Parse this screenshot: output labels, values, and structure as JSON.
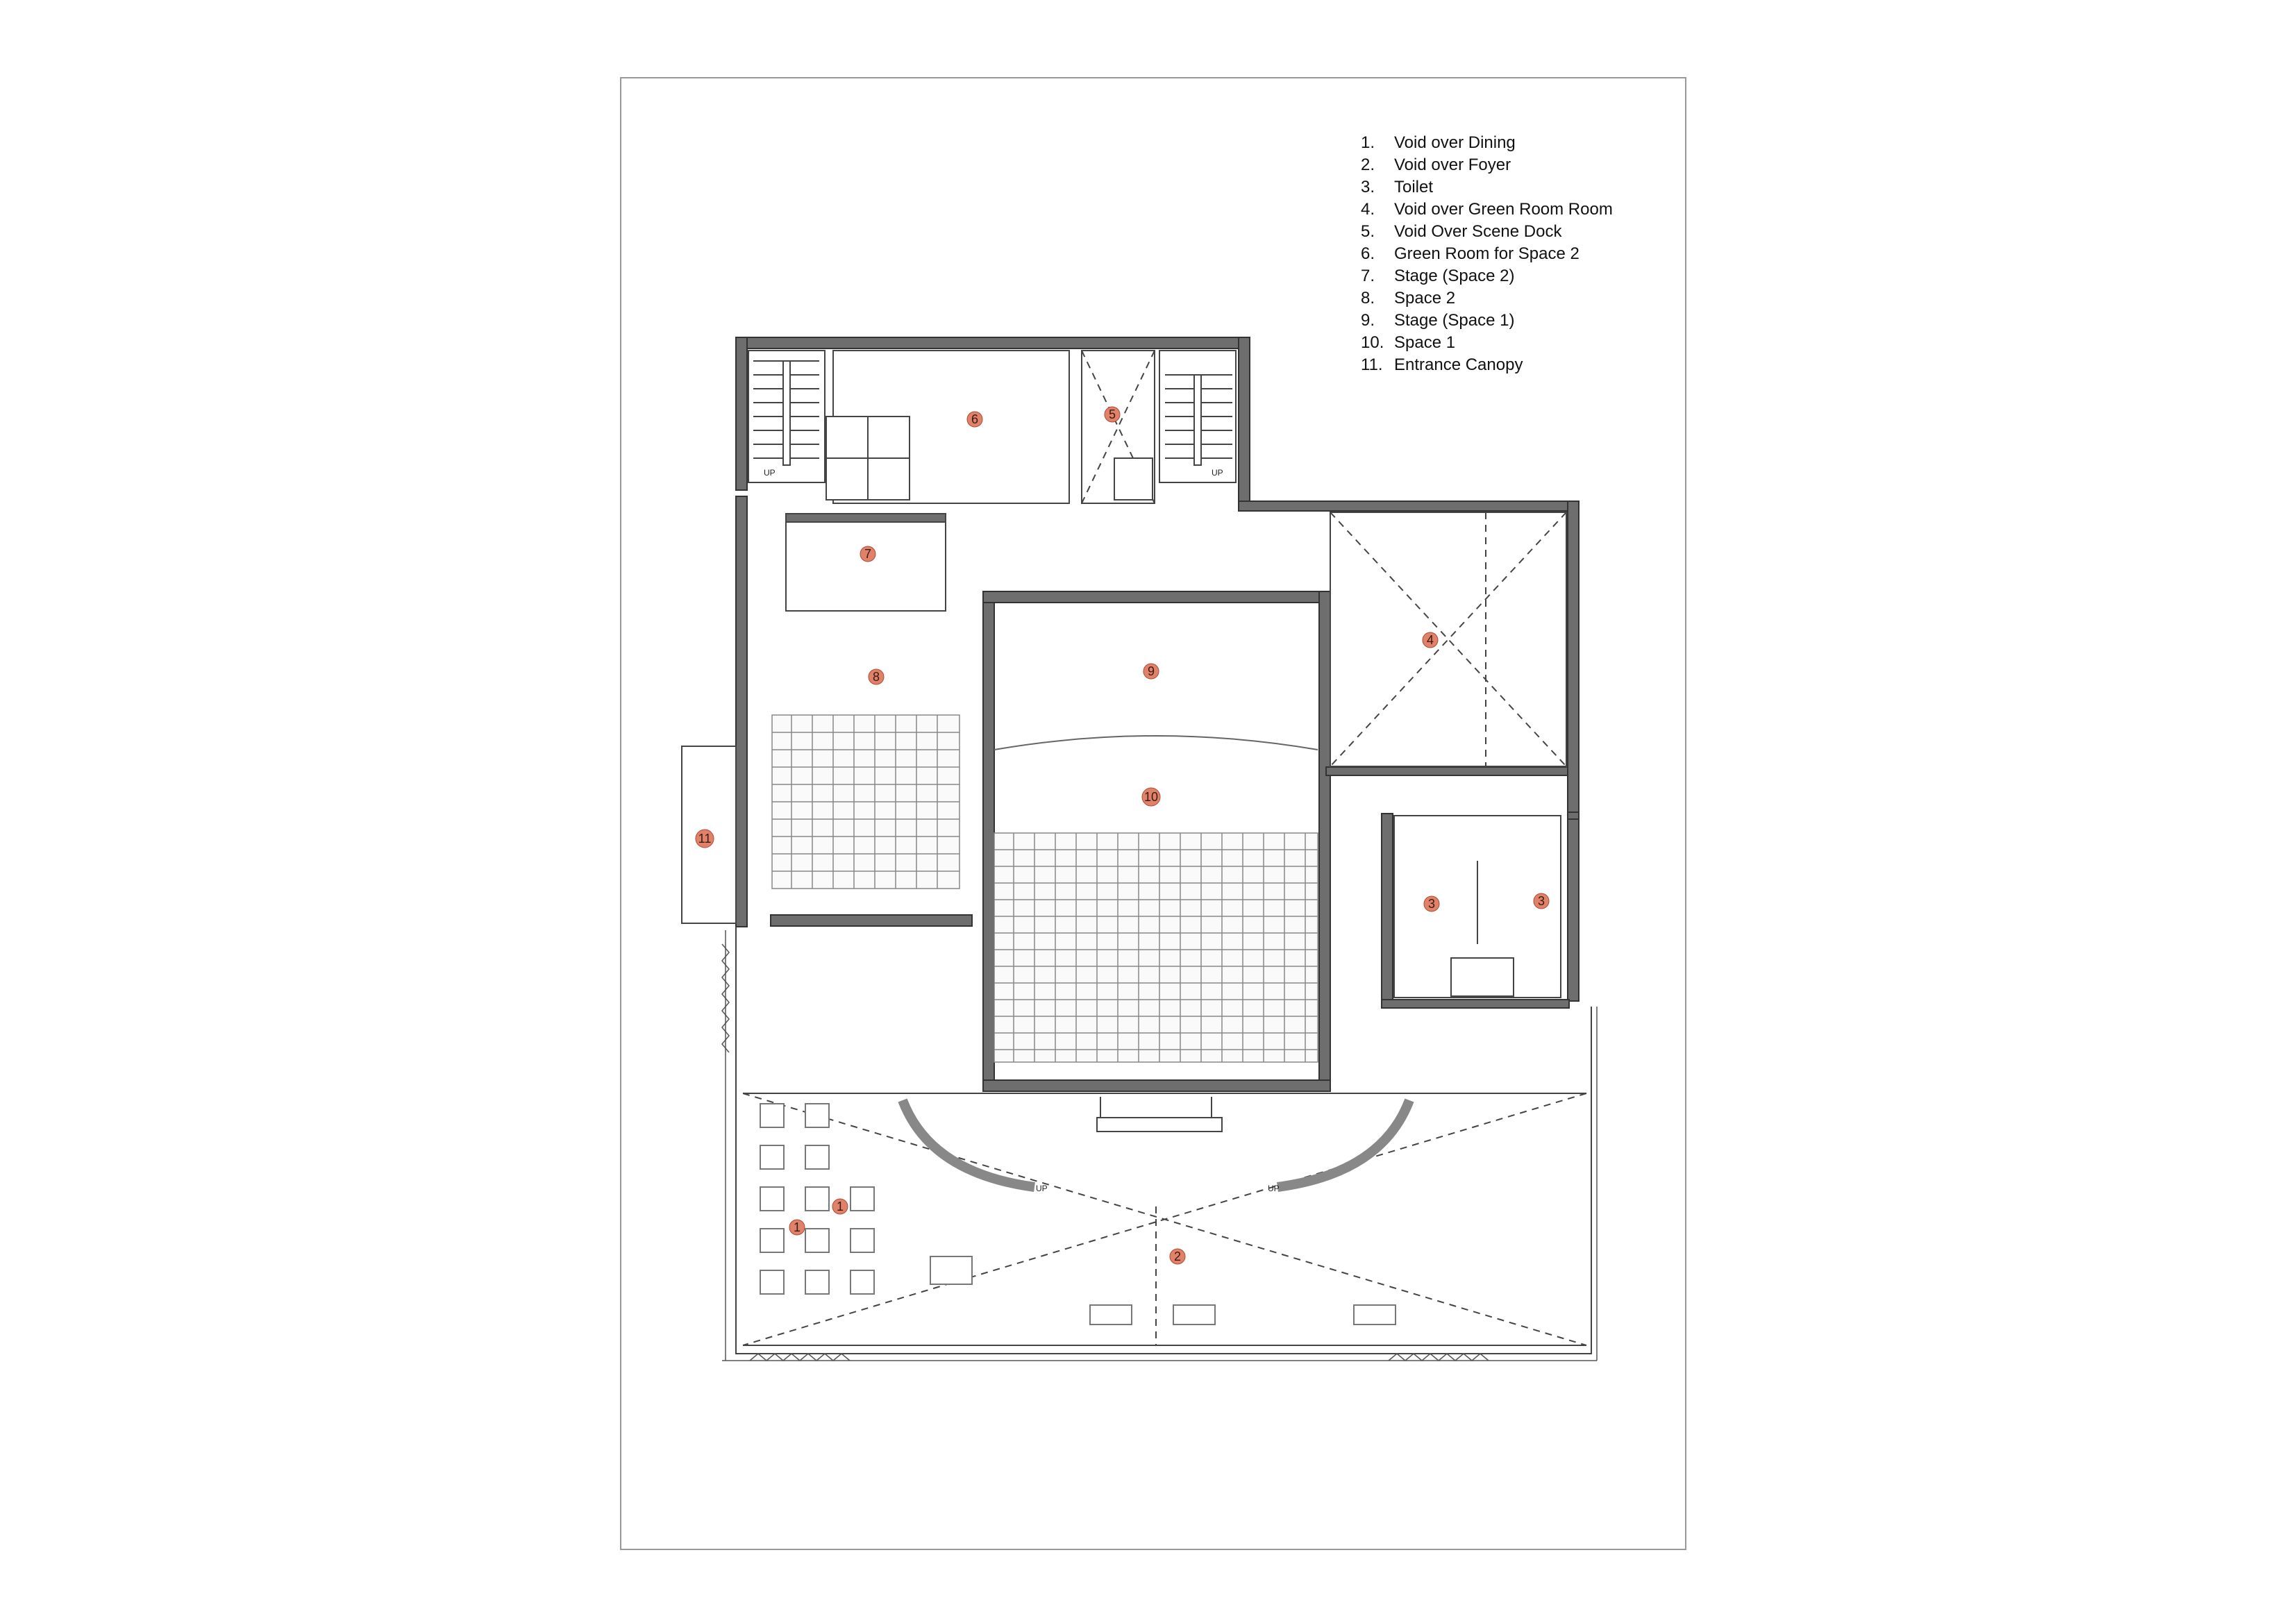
{
  "legend": [
    {
      "num": "1.",
      "label": "Void over Dining"
    },
    {
      "num": "2.",
      "label": "Void over Foyer"
    },
    {
      "num": "3.",
      "label": "Toilet"
    },
    {
      "num": "4.",
      "label": "Void over Green Room Room"
    },
    {
      "num": "5.",
      "label": "Void Over Scene Dock"
    },
    {
      "num": "6.",
      "label": "Green Room for Space 2"
    },
    {
      "num": "7.",
      "label": "Stage (Space 2)"
    },
    {
      "num": "8.",
      "label": "Space 2"
    },
    {
      "num": "9.",
      "label": "Stage (Space 1)"
    },
    {
      "num": "10.",
      "label": "Space 1"
    },
    {
      "num": "11.",
      "label": "Entrance Canopy"
    }
  ],
  "room_markers": [
    "1",
    "1",
    "2",
    "3",
    "3",
    "4",
    "5",
    "6",
    "7",
    "8",
    "9",
    "10",
    "11"
  ],
  "stair_labels": [
    "UP",
    "UP",
    "UP",
    "UP"
  ],
  "colors": {
    "wall": "#6e6e6e",
    "line": "#444444",
    "marker_fill": "#e0826a",
    "marker_stroke": "#b04a30",
    "frame": "#999999"
  }
}
